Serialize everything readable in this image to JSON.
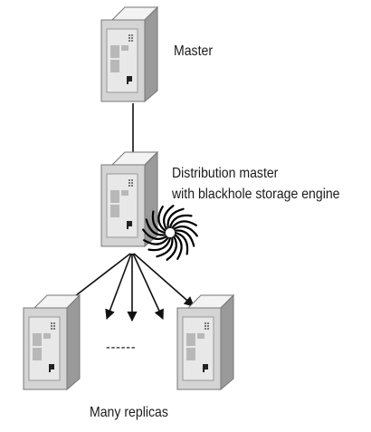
{
  "nodes": {
    "master": {
      "label": "Master"
    },
    "distribution_master": {
      "label_line1": "Distribution master",
      "label_line2": "with blackhole storage engine"
    },
    "replicas": {
      "label": "Many replicas",
      "ellipsis": "------"
    }
  },
  "icons": {
    "server": "server-tower-icon",
    "blackhole": "blackhole-swirl-icon"
  },
  "colors": {
    "server_light": "#eeeeee",
    "server_mid": "#c8c8c8",
    "server_dark": "#8a8a8a",
    "stroke": "#6f6f6f",
    "arrow": "#111111",
    "blackhole": "#000000"
  }
}
